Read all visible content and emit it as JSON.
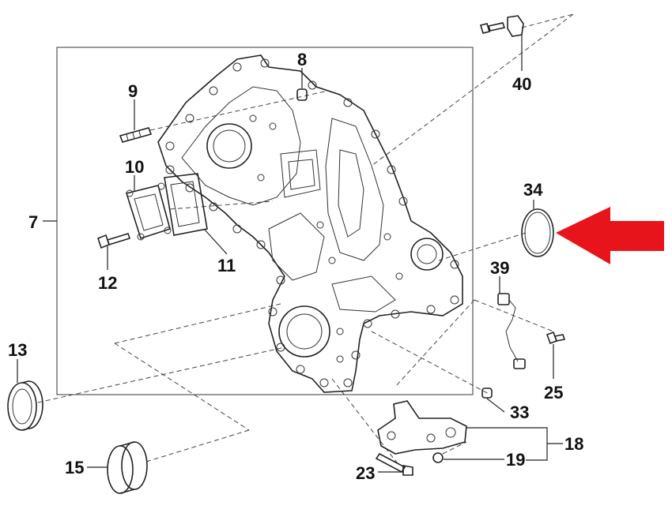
{
  "labels": {
    "p7": "7",
    "p8": "8",
    "p9": "9",
    "p10": "10",
    "p11": "11",
    "p12": "12",
    "p13": "13",
    "p15": "15",
    "p18": "18",
    "p19": "19",
    "p23": "23",
    "p25": "25",
    "p33": "33",
    "p34": "34",
    "p39": "39",
    "p40": "40"
  },
  "colors": {
    "arrow": "#e8141b",
    "line": "#222222"
  },
  "highlight": {
    "target_part": "34",
    "icon": "left-arrow-icon"
  }
}
